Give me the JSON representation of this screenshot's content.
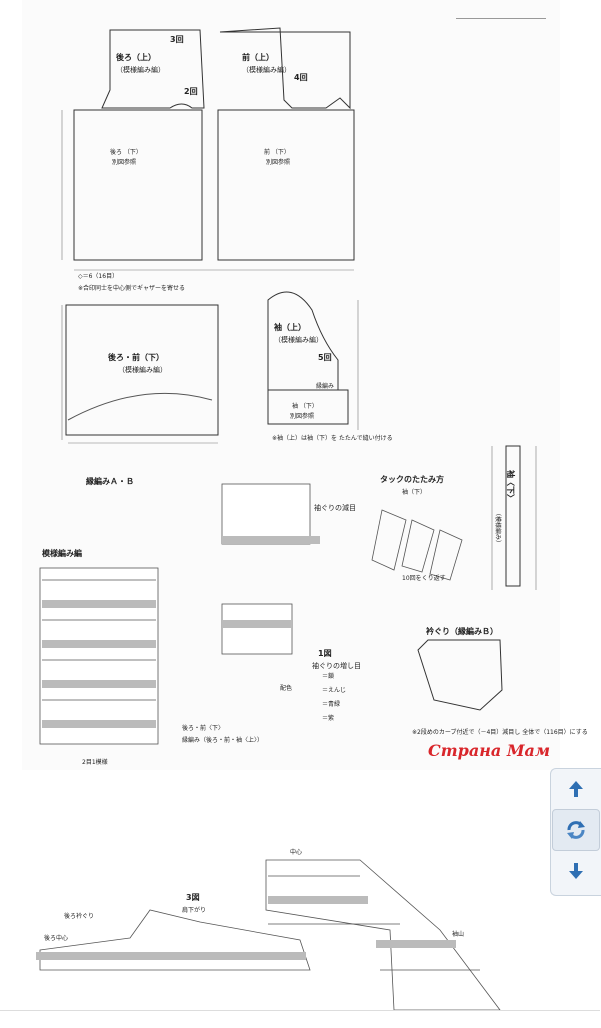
{
  "front": {
    "title": "前（上）",
    "pattern": "（模様編み編）",
    "step4": "4回",
    "row_center": "前 （下）",
    "row_center2": "別図参照"
  },
  "back": {
    "title": "後ろ（上）",
    "pattern": "（模様編み編）",
    "step3": "3回",
    "step2": "2回",
    "row_center": "後ろ （下）",
    "row_center2": "別図参照"
  },
  "body_lower": {
    "title": "後ろ・前（下）",
    "pattern": "（模様編み編）"
  },
  "sleeve": {
    "title": "袖（上）",
    "pattern": "（模様編み編）",
    "step5": "5回",
    "lower": "袖 （下）",
    "lower2": "別図参照",
    "note": "※袖（上）は袖（下）を たたんで縫い付ける"
  },
  "notes": {
    "gather": "※合印同士を中心側でギャザーを寄せる",
    "stitches": "◇＝6（16目）",
    "edge": "縁編み",
    "sleeve_long": "袖〈下〉",
    "sleeve_pattern": "（模様編み）",
    "pattern_ab": "縁編みＡ・Ｂ",
    "tuck": "タックのたたみ方",
    "tuck_sub": "袖（下）",
    "tuck_repeat": "10回をくり返す",
    "decrease": "袖ぐりの減目",
    "step1": "1図",
    "increase": "袖ぐりの増し目",
    "collar": "衿ぐり（縁編みＢ）",
    "collar_note": "※2段めのカーブ付近で（－4目）減目し 全体で（116目）にする",
    "pattern_main": "模様編み編",
    "back_front_lower": "後ろ・前〈下〉",
    "edge_all": "縁編み（後ろ・前・袖〈上〉）",
    "legend_chain": "＝鎖",
    "legend_picot": "＝えんじ",
    "legend_gray": "＝青緑",
    "legend_dark": "＝紫",
    "legend_title": "配色",
    "repeat": "2目1模様",
    "step3": "3図",
    "neck_back": "後ろ衿ぐり",
    "neck_center": "後ろ中心",
    "shoulder": "肩下がり",
    "center": "中心",
    "sleeve_cap": "袖山"
  },
  "watermark": "Страна Мам",
  "nav": {
    "up": "scroll-up-icon",
    "refresh": "refresh-icon",
    "down": "scroll-down-icon"
  }
}
